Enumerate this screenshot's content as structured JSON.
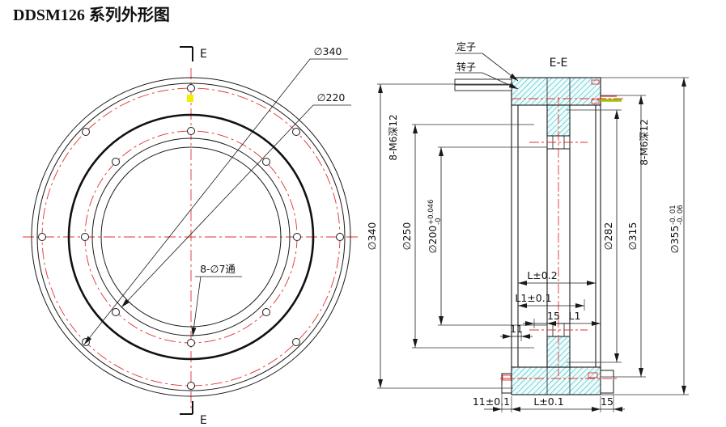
{
  "title": "DDSM126 系列外形图",
  "front_view": {
    "section_mark_top": "E",
    "section_mark_bottom": "E",
    "dim_bolt_circle": "∅340",
    "dim_inner_circle": "∅220",
    "holes_note": "8-∅7通"
  },
  "section_view": {
    "title": "E-E",
    "stator_label": "定子",
    "rotor_label": "转子",
    "tap_note_left": "8-M6深12",
    "tap_note_right": "8-M6深12",
    "dia_340": "∅340",
    "dia_250": "∅250",
    "dia_200": "∅200",
    "dia_200_tol_upper": "+0.046",
    "dia_200_tol_lower": "-0",
    "dia_282": "∅282",
    "dia_315": "∅315",
    "dia_355": "∅355",
    "dia_355_tol_upper": "-0. 01",
    "dia_355_tol_lower": "-0. 06",
    "dim_L_mid": "L±0.2",
    "dim_L1_mid": "L1±0.1",
    "dim_15_mid": "15",
    "dim_L1_row": "L1",
    "dim_11_mid": "11",
    "dim_11_bottom": "11±0.1",
    "dim_L_bottom": "L±0.1",
    "dim_15_bottom": "15"
  },
  "colors": {
    "line": "#1a1a1a",
    "centerline_red": "#e03030",
    "hatch_teal": "#2fb6bf",
    "highlight_yellow": "#f0f000",
    "cable_green": "#a2c400"
  }
}
